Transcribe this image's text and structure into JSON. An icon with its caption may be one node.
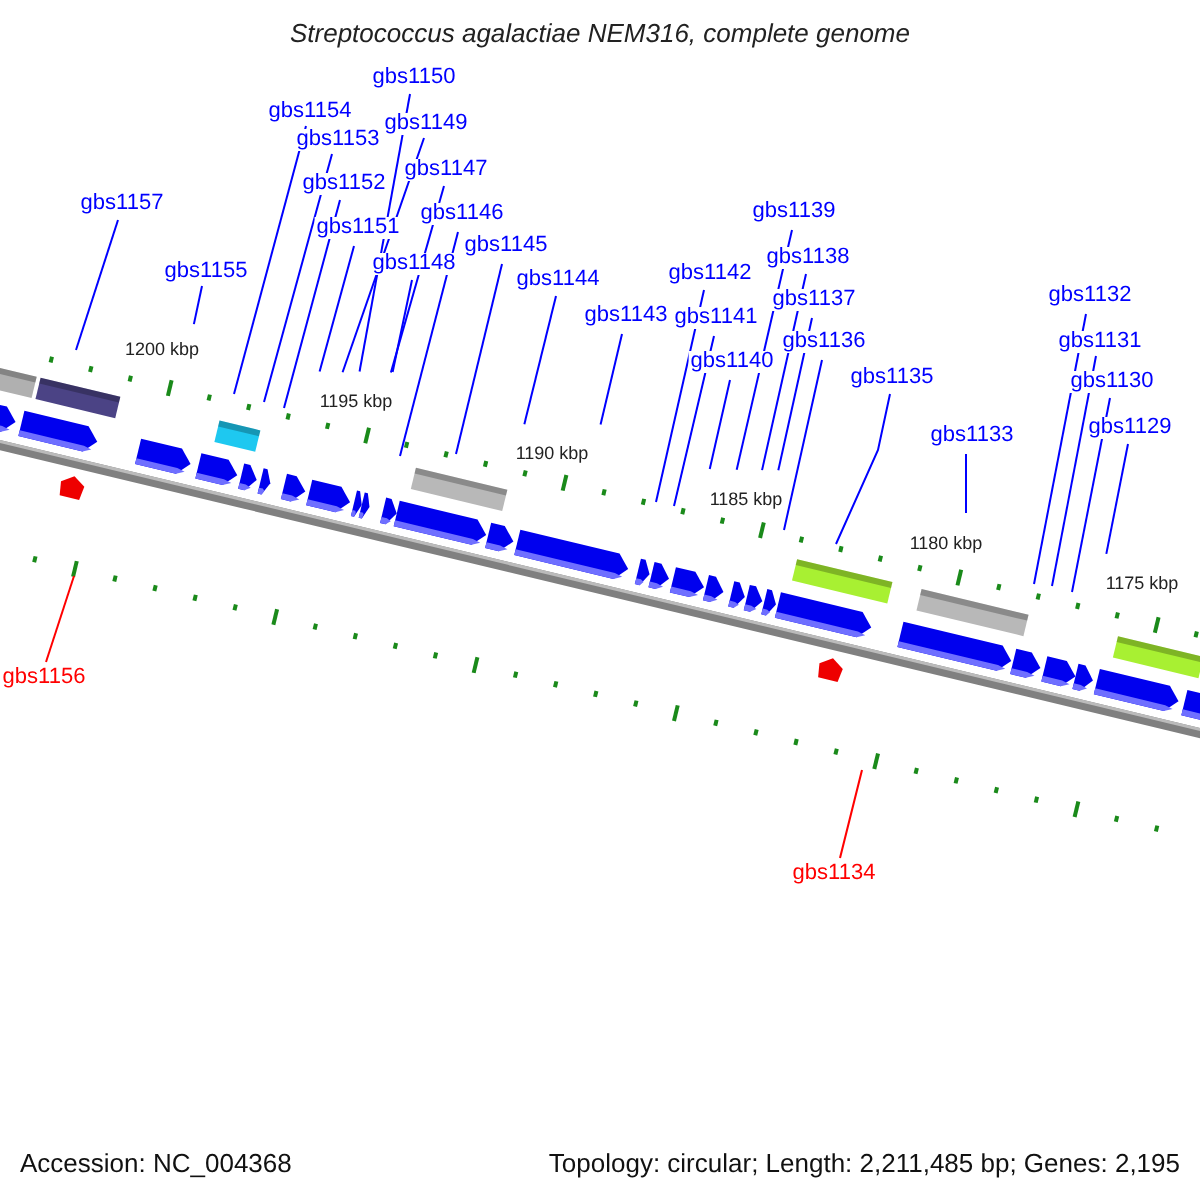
{
  "diagram": {
    "title": "Streptococcus agalactiae NEM316, complete genome",
    "nodes": [
      {
        "text": [
          "gbs1150"
        ]
      },
      {
        "text": [
          "gbs1154"
        ]
      },
      {
        "text": [
          "gbs1149"
        ]
      },
      {
        "text": [
          "gbs1153"
        ]
      },
      {
        "text": [
          "gbs1147"
        ]
      },
      {
        "text": [
          "gbs1152"
        ]
      },
      {
        "text": [
          "gbs1157"
        ]
      },
      {
        "text": [
          "gbs1139"
        ]
      },
      {
        "text": [
          "gbs1146"
        ]
      },
      {
        "text": [
          "gbs1151"
        ]
      },
      {
        "text": [
          "gbs1145"
        ]
      },
      {
        "text": [
          "gbs1138"
        ]
      },
      {
        "text": [
          "gbs1148"
        ]
      },
      {
        "text": [
          "gbs1155"
        ]
      },
      {
        "text": [
          "gbs1142"
        ]
      },
      {
        "text": [
          "gbs1144"
        ]
      },
      {
        "text": [
          "gbs1132"
        ]
      },
      {
        "text": [
          "gbs1137"
        ]
      },
      {
        "text": [
          "gbs1143"
        ]
      },
      {
        "text": [
          "gbs1141"
        ]
      },
      {
        "text": [
          "gbs1131"
        ]
      },
      {
        "text": [
          "gbs1136"
        ]
      },
      {
        "text": [
          "gbs1140"
        ]
      },
      {
        "text": [
          "gbs1135"
        ]
      },
      {
        "text": [
          "gbs1130"
        ]
      },
      {
        "text": [
          "gbs1133"
        ]
      },
      {
        "text": [
          "gbs1129"
        ]
      },
      {
        "text": [
          "gbs1156"
        ]
      },
      {
        "text": [
          "gbs1134"
        ]
      }
    ],
    "edges": [
      {
        "from": 0,
        "to": null,
        "arrow": "none"
      },
      {
        "from": 1,
        "to": null,
        "arrow": "none"
      },
      {
        "from": 2,
        "to": null,
        "arrow": "none"
      },
      {
        "from": 3,
        "to": null,
        "arrow": "none"
      },
      {
        "from": 4,
        "to": null,
        "arrow": "none"
      },
      {
        "from": 5,
        "to": null,
        "arrow": "none"
      },
      {
        "from": 6,
        "to": null,
        "arrow": "none"
      },
      {
        "from": 7,
        "to": null,
        "arrow": "none"
      },
      {
        "from": 8,
        "to": null,
        "arrow": "none"
      },
      {
        "from": 9,
        "to": null,
        "arrow": "none"
      },
      {
        "from": 10,
        "to": null,
        "arrow": "none"
      },
      {
        "from": 11,
        "to": null,
        "arrow": "none"
      },
      {
        "from": 12,
        "to": null,
        "arrow": "none"
      },
      {
        "from": 13,
        "to": null,
        "arrow": "none"
      },
      {
        "from": 14,
        "to": null,
        "arrow": "none"
      },
      {
        "from": 15,
        "to": null,
        "arrow": "none"
      },
      {
        "from": 16,
        "to": null,
        "arrow": "none"
      },
      {
        "from": 17,
        "to": null,
        "arrow": "none"
      },
      {
        "from": 18,
        "to": null,
        "arrow": "none"
      },
      {
        "from": 19,
        "to": null,
        "arrow": "none"
      },
      {
        "from": 20,
        "to": null,
        "arrow": "none"
      },
      {
        "from": 21,
        "to": null,
        "arrow": "none"
      },
      {
        "from": 22,
        "to": null,
        "arrow": "none"
      },
      {
        "from": 23,
        "to": null,
        "arrow": "none"
      },
      {
        "from": 24,
        "to": null,
        "arrow": "none"
      },
      {
        "from": 25,
        "to": null,
        "arrow": "none"
      },
      {
        "from": 26,
        "to": null,
        "arrow": "none"
      },
      {
        "from": 27,
        "to": null,
        "arrow": "none",
        "color": "#ff0000"
      },
      {
        "from": 28,
        "to": null,
        "arrow": "none",
        "color": "#ff0000"
      }
    ],
    "labels": [
      "1200 kbp",
      "1195 kbp",
      "1190 kbp",
      "1185 kbp",
      "1180 kbp",
      "1175 kbp",
      "Accession: NC_004368",
      "Topology: circular; Length: 2,211,485 bp; Genes: 2,195"
    ]
  }
}
